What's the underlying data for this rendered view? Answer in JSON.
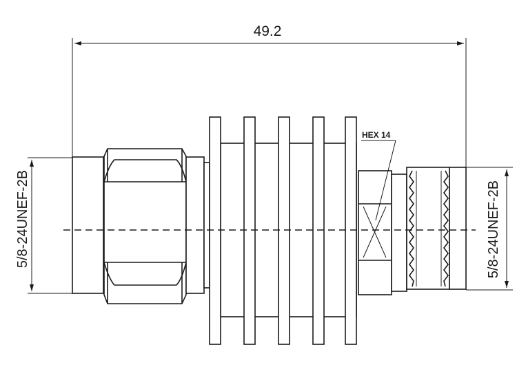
{
  "dimensions": {
    "overall_length": "49.2",
    "left_thread": "5/8-24UNEF-2B",
    "right_thread": "5/8-24UNEF-2B",
    "hex_callout": "HEX 14"
  },
  "colors": {
    "line": "#1a1a1a",
    "background": "#ffffff"
  }
}
